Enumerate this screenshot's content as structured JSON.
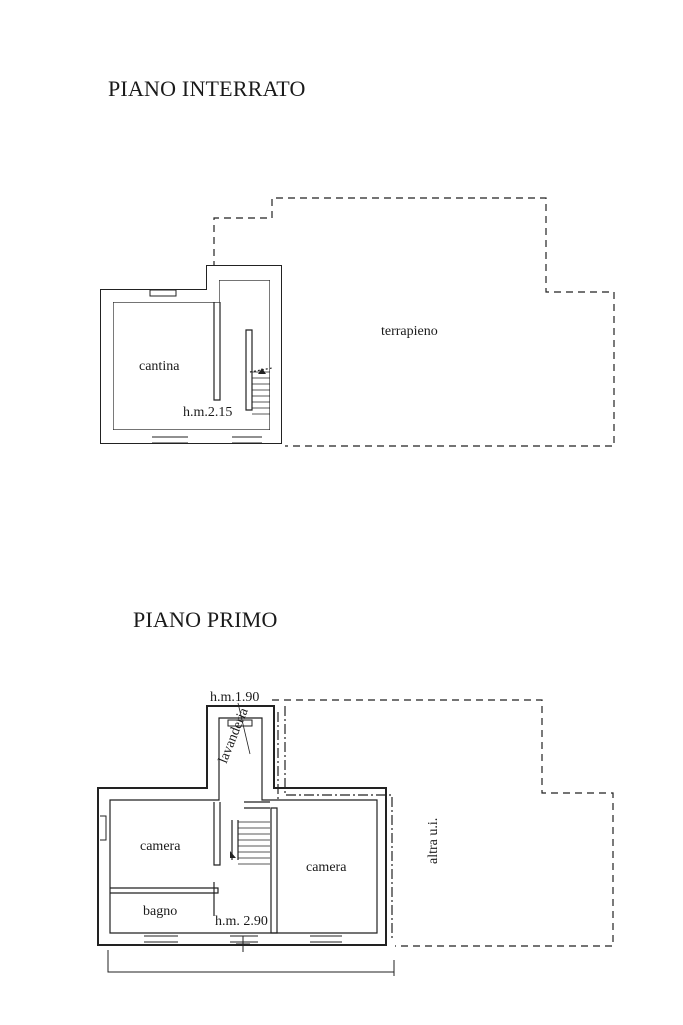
{
  "floors": [
    {
      "title": "PIANO INTERRATO",
      "rooms": {
        "cantina": "cantina",
        "terrapieno": "terrapieno"
      },
      "height_label": "h.m.2.15"
    },
    {
      "title": "PIANO PRIMO",
      "rooms": {
        "lavanderia": "lavanderia",
        "camera_left": "camera",
        "camera_right": "camera",
        "bagno": "bagno",
        "altra_ui": "altra u.i."
      },
      "height_label_top": "h.m.1.90",
      "height_label_bottom": "h.m. 2.90"
    }
  ]
}
